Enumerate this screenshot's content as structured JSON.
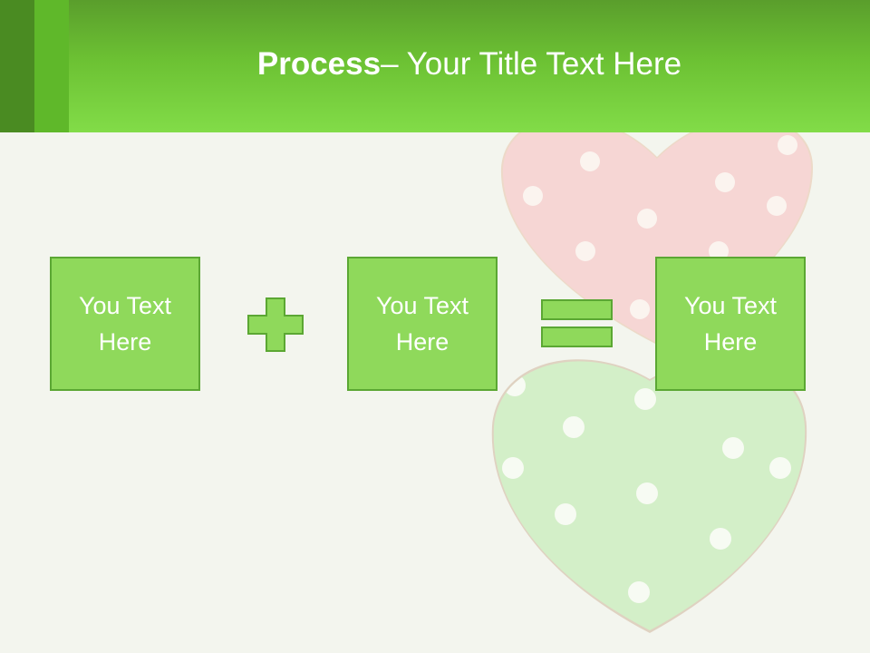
{
  "slide": {
    "title_bold": "Process",
    "title_rest": " – Your Title Text Here",
    "boxes": [
      {
        "text": "You Text\nHere"
      },
      {
        "text": "You Text\nHere"
      },
      {
        "text": "You Text\nHere"
      }
    ],
    "operators": [
      "plus-icon",
      "equals-icon"
    ],
    "colors": {
      "header": "#6cc133",
      "box_fill": "#8fd95b",
      "box_border": "#5ba733",
      "background": "#f3f5ee"
    }
  }
}
